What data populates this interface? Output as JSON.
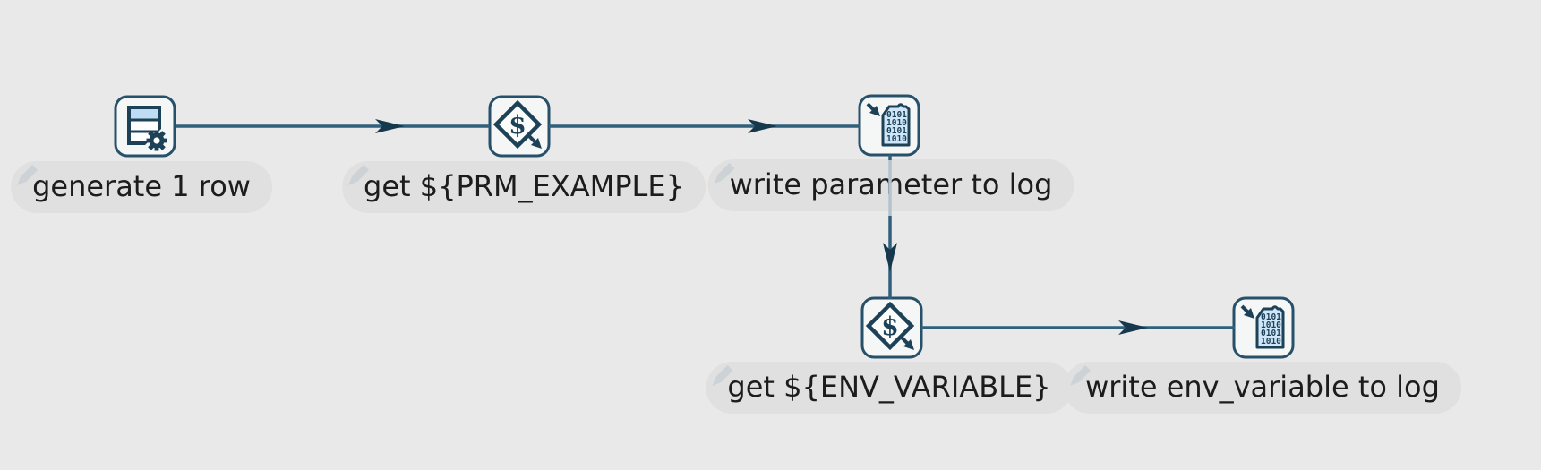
{
  "app": {
    "view_name": "pipeline-canvas"
  },
  "colors": {
    "canvas_bg": "#e9e9e9",
    "label_bg": "#e0e0e0",
    "label_text": "#1c1c1c",
    "hop_line": "#31607c",
    "hop_line_over_label": "#b4c2cd",
    "arrowhead": "#16384d",
    "node_border": "#27506b",
    "node_bg": "#f5f6f6",
    "icon_ink": "#1d4257",
    "doc_fill": "#cfe6f8",
    "table_top_row_fill": "#bedcf3",
    "pencil_gray": "#cdd2d6"
  },
  "icons": {
    "dollar_glyph": "$",
    "binary_lines": [
      "0101",
      "1010",
      "0101",
      "1010"
    ]
  },
  "nodes": [
    {
      "id": "generate-rows",
      "label": "generate 1 row",
      "icon": "table-gear-icon"
    },
    {
      "id": "get-variables-1",
      "label": "get ${PRM_EXAMPLE}",
      "icon": "dollar-diamond-icon"
    },
    {
      "id": "write-to-log-1",
      "label": "write parameter to log",
      "icon": "binary-log-icon"
    },
    {
      "id": "get-variables-2",
      "label": "get ${ENV_VARIABLE}",
      "icon": "dollar-diamond-icon"
    },
    {
      "id": "write-to-log-2",
      "label": "write env_variable to log",
      "icon": "binary-log-icon"
    }
  ],
  "connections": [
    {
      "from": "generate-rows",
      "to": "get-variables-1",
      "direction": "right"
    },
    {
      "from": "get-variables-1",
      "to": "write-to-log-1",
      "direction": "right"
    },
    {
      "from": "write-to-log-1",
      "to": "get-variables-2",
      "direction": "down"
    },
    {
      "from": "get-variables-2",
      "to": "write-to-log-2",
      "direction": "right"
    }
  ]
}
